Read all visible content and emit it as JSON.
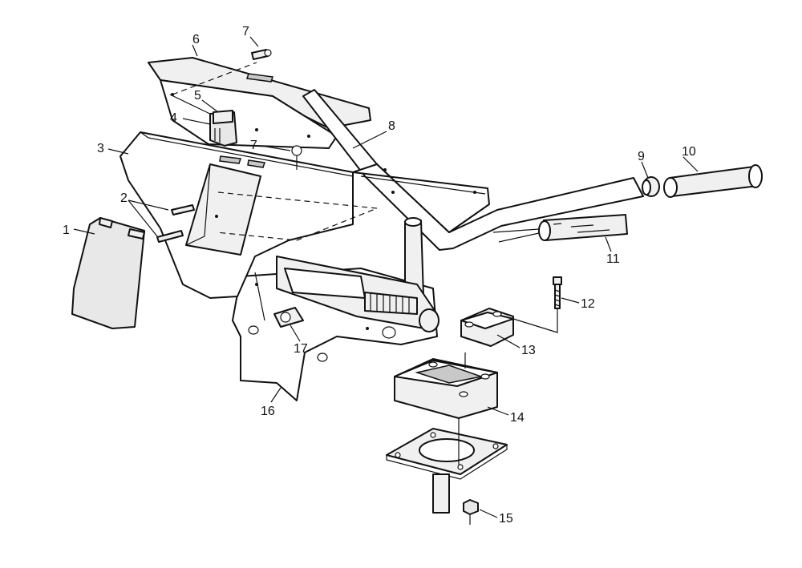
{
  "callouts": [
    {
      "id": "1",
      "text": "1"
    },
    {
      "id": "2",
      "text": "2"
    },
    {
      "id": "3",
      "text": "3"
    },
    {
      "id": "4",
      "text": "4"
    },
    {
      "id": "5",
      "text": "5"
    },
    {
      "id": "6",
      "text": "6"
    },
    {
      "id": "7a",
      "text": "7"
    },
    {
      "id": "7b",
      "text": "7"
    },
    {
      "id": "8",
      "text": "8"
    },
    {
      "id": "9",
      "text": "9"
    },
    {
      "id": "10",
      "text": "10"
    },
    {
      "id": "11",
      "text": "11"
    },
    {
      "id": "12",
      "text": "12"
    },
    {
      "id": "13",
      "text": "13"
    },
    {
      "id": "14",
      "text": "14"
    },
    {
      "id": "15",
      "text": "15"
    },
    {
      "id": "16",
      "text": "16"
    },
    {
      "id": "17",
      "text": "17"
    }
  ]
}
